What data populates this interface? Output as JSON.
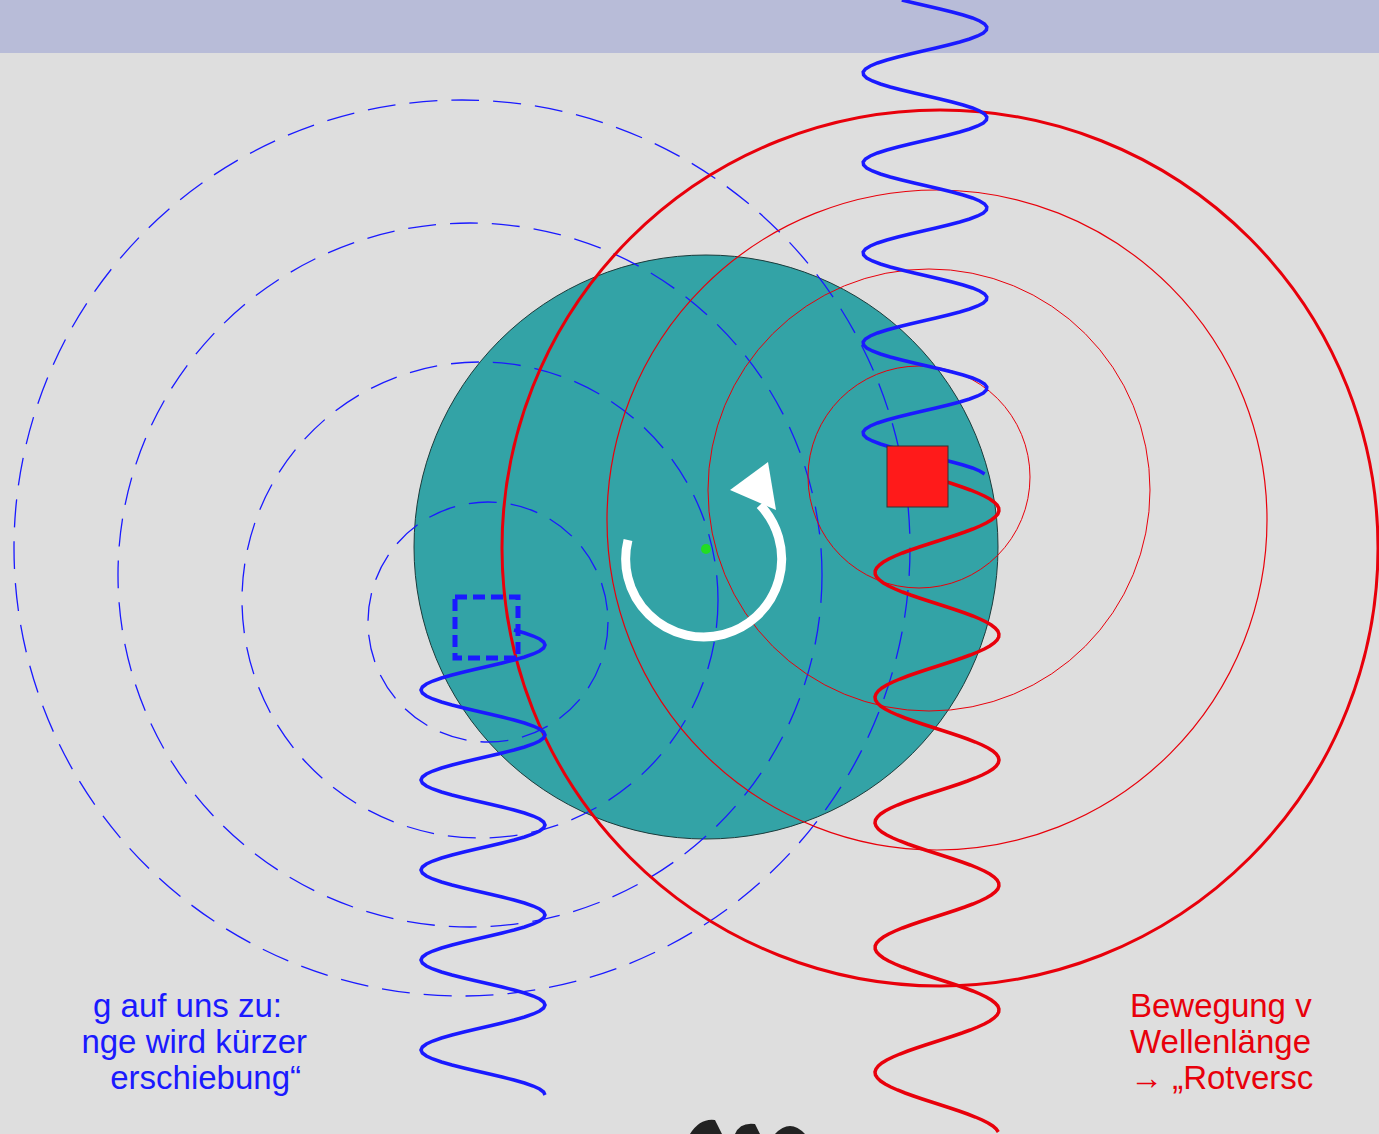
{
  "diagram": {
    "labels": [
      "g auf uns zu:",
      "nge wird kürzer",
      "erschiebung“",
      "Bewegung v",
      "Wellenlänge",
      "→ „Rotversc"
    ]
  }
}
